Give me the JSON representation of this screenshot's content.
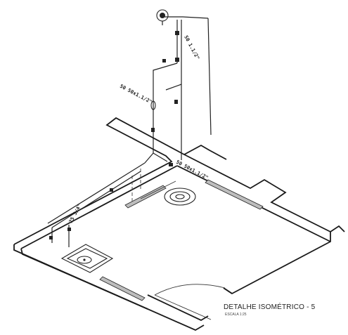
{
  "drawing": {
    "title": "DETALHE ISOMÉTRICO - 5",
    "scale": "ESCALA 1:25"
  },
  "pipe_labels": {
    "top_riser": "50 1.1/2\"",
    "mid_branch": "50 50x1.1/2\"",
    "wall_junction": "50 50x1.1/2\"",
    "floor_branch": "25 3/4\""
  }
}
